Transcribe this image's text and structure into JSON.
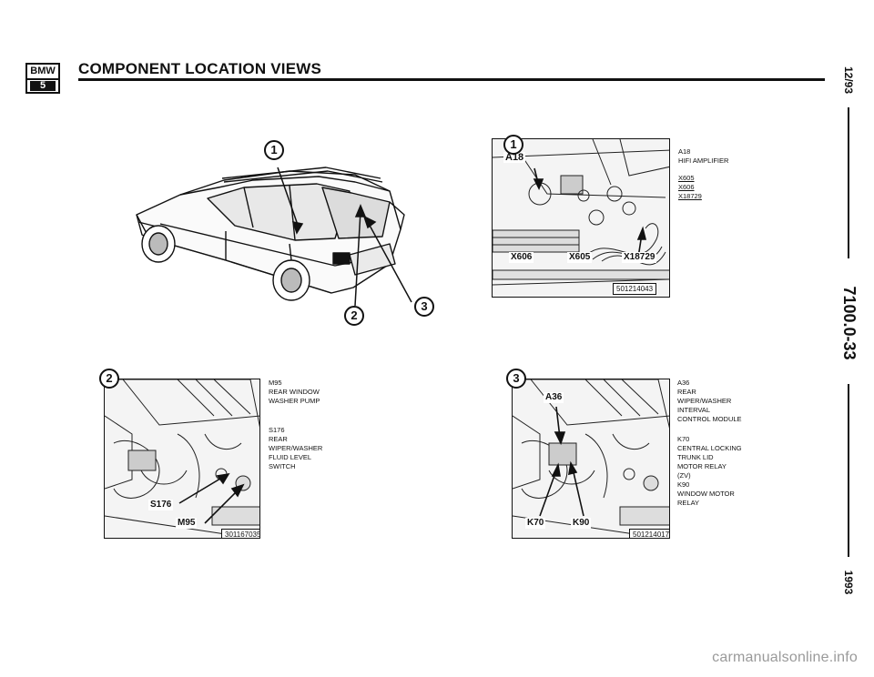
{
  "header": {
    "logo_top": "BMW",
    "logo_bottom": "5",
    "title": "COMPONENT LOCATION VIEWS"
  },
  "margin": {
    "date": "12/93",
    "page_number": "7100.0-33",
    "year": "1993"
  },
  "overview": {
    "markers": [
      "1",
      "2",
      "3"
    ]
  },
  "figures": [
    {
      "number": "1",
      "code": "501214043",
      "callouts": [
        "A18",
        "X606",
        "X605",
        "X18729"
      ],
      "caption": [
        "A18",
        "HIFI AMPLIFIER",
        "",
        "X605",
        "X606",
        "X18729"
      ]
    },
    {
      "number": "2",
      "code": "301167035",
      "callouts": [
        "S176",
        "M95"
      ],
      "caption": [
        "M95",
        "REAR WINDOW",
        "WASHER PUMP",
        "",
        "S176",
        "REAR",
        "WIPER/WASHER",
        "FLUID LEVEL",
        "SWITCH"
      ]
    },
    {
      "number": "3",
      "code": "501214017",
      "callouts": [
        "A36",
        "K70",
        "K90"
      ],
      "caption": [
        "A36",
        "REAR",
        "WIPER/WASHER",
        "INTERVAL",
        "CONTROL MODULE",
        "",
        "K70",
        "CENTRAL LOCKING",
        "TRUNK LID",
        "MOTOR RELAY",
        "(ZV)",
        "K90",
        "WINDOW MOTOR",
        "RELAY"
      ]
    }
  ],
  "watermark": "carmanualsonline.info"
}
